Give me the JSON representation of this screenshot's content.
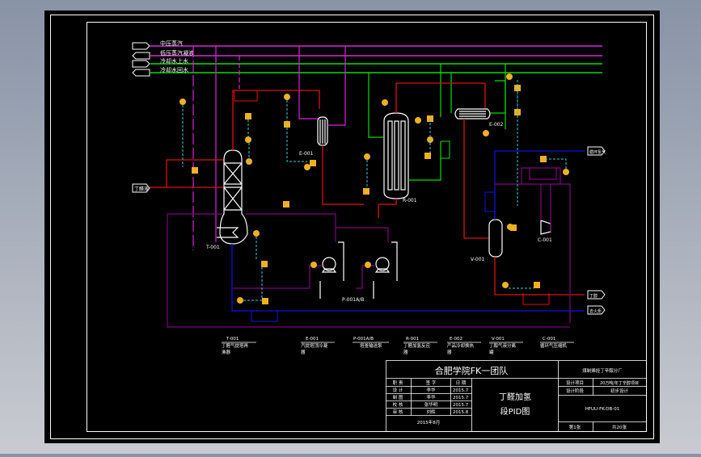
{
  "drawing": {
    "title": "丁醛加氢段PID图",
    "organization": "合肥学院FK一团队",
    "colors": {
      "background": "#000000",
      "frame": "#ffffff",
      "steam_line": "#e020e0",
      "water_line": "#00e000",
      "process_red": "#e01010",
      "process_blue": "#1010e0",
      "process_purple": "#800080",
      "signal_line": "#30d0e0",
      "instrument": "#f0b020"
    }
  },
  "utilities": [
    {
      "label": "中压蒸汽"
    },
    {
      "label": "低压蒸汽凝液"
    },
    {
      "label": "冷却水上水"
    },
    {
      "label": "冷却水回水"
    }
  ],
  "streams": {
    "feed_in": "丁醛液",
    "h2_in": "循环氢气",
    "product_out": "丁醇",
    "offgas_out": "去火炬"
  },
  "equipment_tags": {
    "column": "T-001",
    "condenser": "E-001",
    "reactor": "R-001",
    "exchanger": "E-002",
    "separator": "V-001",
    "compressor": "C-001",
    "pumps": "P-001A/B"
  },
  "equipment_legend": [
    {
      "tag": "T-001",
      "name": "丁醛气提塔再",
      "name2": "沸器"
    },
    {
      "tag": "E-001",
      "name": "汽提塔顶冷凝",
      "name2": "器"
    },
    {
      "tag": "P-001A/B",
      "name": "塔釜输送泵",
      "name2": ""
    },
    {
      "tag": "R-001",
      "name": "丁醛加氢反应",
      "name2": "器"
    },
    {
      "tag": "E-002",
      "name": "产品冷却换热",
      "name2": "器"
    },
    {
      "tag": "V-001",
      "name": "丁醇气液分离",
      "name2": "罐"
    },
    {
      "tag": "C-001",
      "name": "循环气压缩机",
      "name2": ""
    }
  ],
  "title_block": {
    "school": "合肥学院FK一团队",
    "client": "煤制烯烃丁辛醇分厂",
    "drawing_name_line1": "丁醛加氢",
    "drawing_name_line2": "段PID图",
    "headers": [
      "职 责",
      "签 字",
      "日 期"
    ],
    "rows": [
      {
        "role": "设 计",
        "sign": "李华",
        "date": "2015.7"
      },
      {
        "role": "制 图",
        "sign": "李华",
        "date": "2015.7"
      },
      {
        "role": "校 核",
        "sign": "张华明",
        "date": "2015.7"
      },
      {
        "role": "审 核",
        "sign": "刘辉",
        "date": "2015.8"
      }
    ],
    "footer_date": "2015年8月",
    "project_label": "设计项目",
    "project_value": "20万吨/年丁辛醇项目",
    "stage_label": "设计阶段",
    "stage_value": "初步设计",
    "drawing_no": "HFUU-FK-DB-01",
    "sheet": "第1张",
    "total": "共20张"
  }
}
